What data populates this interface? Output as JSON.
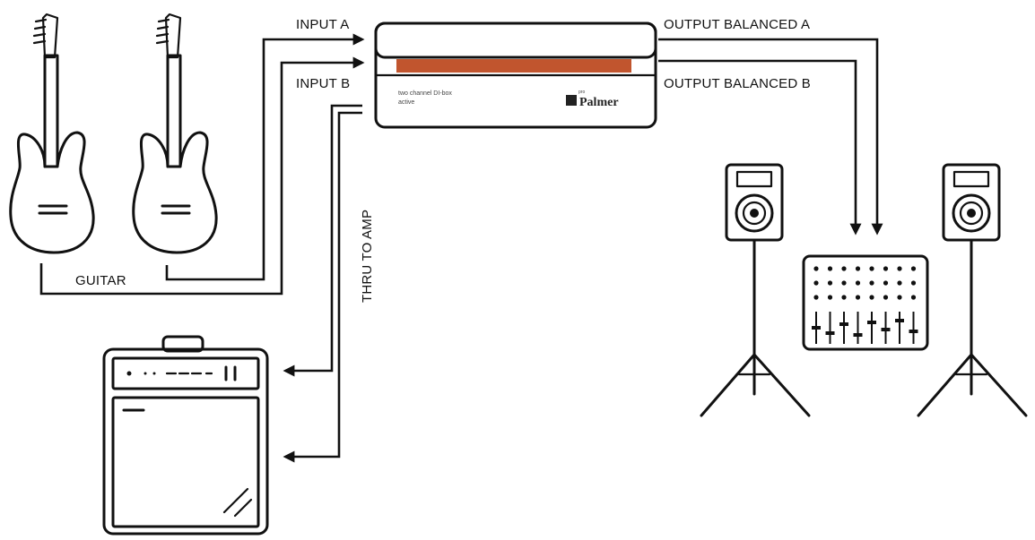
{
  "labels": {
    "input_a": "INPUT A",
    "input_b": "INPUT B",
    "output_a": "OUTPUT BALANCED A",
    "output_b": "OUTPUT BALANCED B",
    "guitar": "GUITAR",
    "thru": "THRU TO AMP"
  },
  "dibox": {
    "line1": "two channel DI-box",
    "line2": "active",
    "brand": "Palmer",
    "brand_prefix": "pro",
    "stripe_color": "#c1552e"
  }
}
